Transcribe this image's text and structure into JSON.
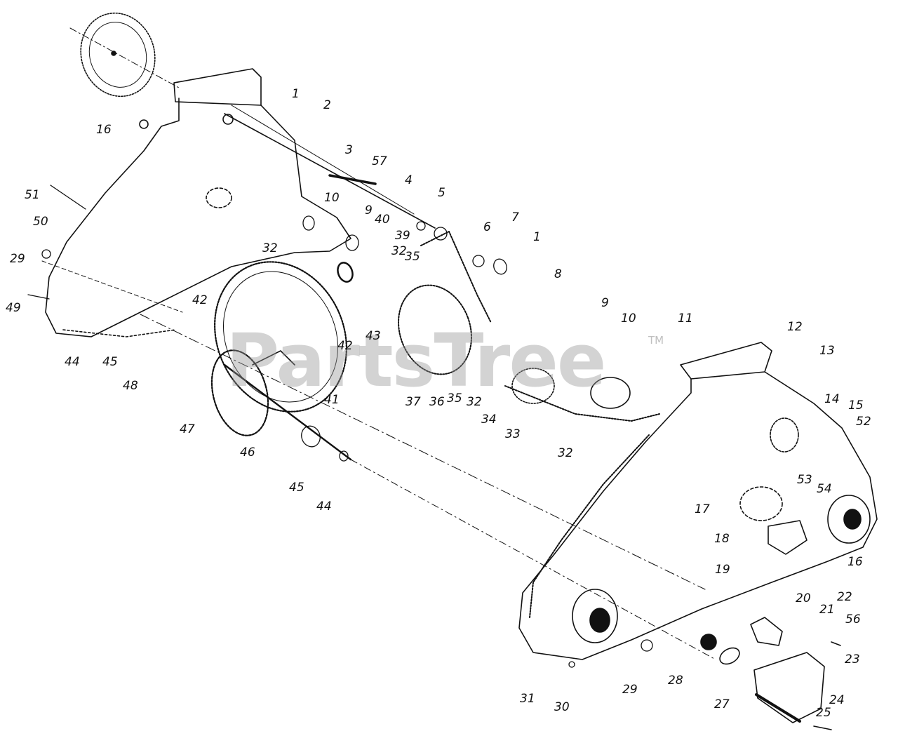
{
  "watermark": {
    "text": "PartsTree",
    "trademark": "TM"
  },
  "colors": {
    "ink": "#111111",
    "paper": "#ffffff",
    "watermark": "#969696"
  },
  "callouts": [
    "1",
    "2",
    "3",
    "57",
    "4",
    "5",
    "7",
    "6",
    "1",
    "8",
    "16",
    "51",
    "50",
    "10",
    "9",
    "40",
    "39",
    "32",
    "35",
    "29",
    "32",
    "49",
    "42",
    "44",
    "45",
    "48",
    "42",
    "43",
    "47",
    "41",
    "46",
    "45",
    "44",
    "37",
    "36",
    "35",
    "32",
    "34",
    "33",
    "9",
    "10",
    "11",
    "12",
    "13",
    "14",
    "15",
    "52",
    "32",
    "53",
    "54",
    "17",
    "18",
    "16",
    "19",
    "20",
    "22",
    "21",
    "56",
    "23",
    "31",
    "30",
    "29",
    "28",
    "27",
    "24",
    "25"
  ]
}
